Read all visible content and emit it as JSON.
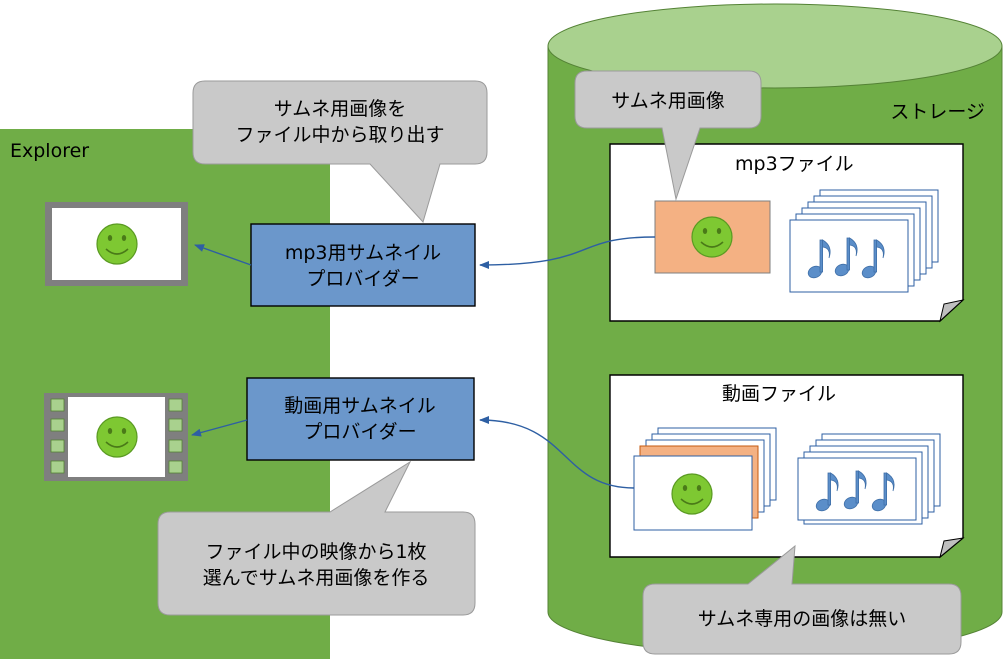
{
  "explorer": {
    "label": "Explorer"
  },
  "storage": {
    "label": "ストレージ"
  },
  "providers": {
    "mp3": {
      "line1": "mp3用サムネイル",
      "line2": "プロバイダー"
    },
    "video": {
      "line1": "動画用サムネイル",
      "line2": "プロバイダー"
    }
  },
  "files": {
    "mp3": {
      "title": "mp3ファイル"
    },
    "video": {
      "title": "動画ファイル"
    }
  },
  "callouts": {
    "extract": {
      "line1": "サムネ用画像を",
      "line2": "ファイル中から取り出す"
    },
    "thumb_image": {
      "line1": "サムネ用画像"
    },
    "video_pick": {
      "line1": "ファイル中の映像から1枚",
      "line2": "選んでサムネ用画像を作る"
    },
    "no_thumb": {
      "line1": "サムネ専用の画像は無い"
    }
  },
  "colors": {
    "green_panel": "#70ad47",
    "cylinder_top": "#a9d18e",
    "provider_box": "#6b97cb",
    "callout": "#c9c9c9",
    "thumbnail_bg": "#f4b183",
    "smiley": "#7ec832",
    "note_icon": "#5b8ec9",
    "arrow": "#2e5fa3"
  },
  "icons": {
    "smiley": "smiley-face-icon",
    "music": "music-notes-icon",
    "film": "film-strip-icon"
  }
}
